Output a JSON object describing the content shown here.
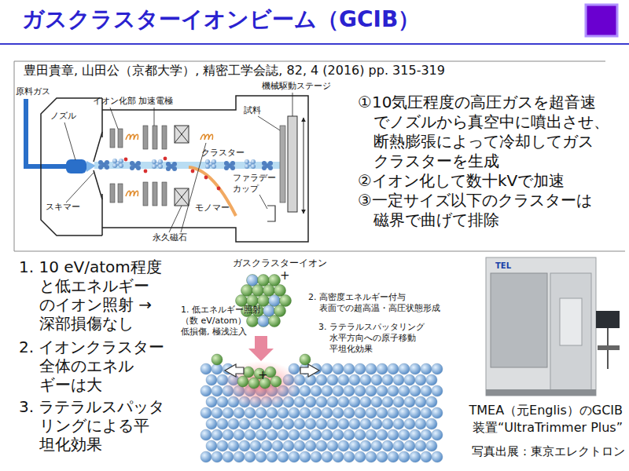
{
  "diagram": {
    "title": "ガスクラスターイオンビーム（GCIB）",
    "labels": [
      "豊田貴章, 山田公（京都大学）, 精密工学会誌, 82, 4 (2016) pp. 315-319",
      "原料ガス",
      "イオン化部",
      "加速電極",
      "機械駆動ステージ",
      "試料",
      "ノズル",
      "クラスター",
      "スキマー",
      "モノマー",
      "ファラデー カップ",
      "永久磁石",
      "①10気圧程度の高圧ガスを超音速 でノズルから真空中に噴出させ、 断熱膨張によって冷却してガス クラスターを生成",
      "②イオン化して数十kVで加速",
      "③一定サイズ以下のクラスターは 磁界で曲げて排除",
      "1. 10 eV/atom程度 と低エネルギー のイオン照射 →深部損傷なし",
      "2. イオンクラスター 全体のエネル ギーは大",
      "3. ラテラルスパッタ リングによる平 坦化効果",
      "ガスクラスターイオン",
      "+",
      "1. 低エネルギー照射 （数 eV/atom） 低損傷, 極浅注入",
      "2. 高密度エネルギー付与 表面での超高温・高圧状態形成",
      "3. ラテラルスパッタリング 水平方向への原子移動 平坦化効果",
      "+",
      "TEL",
      "TMEA（元Englis）のGCIB 装置“UltraTrimmer Plus”",
      "写真出展：東京エレクトロン"
    ]
  }
}
